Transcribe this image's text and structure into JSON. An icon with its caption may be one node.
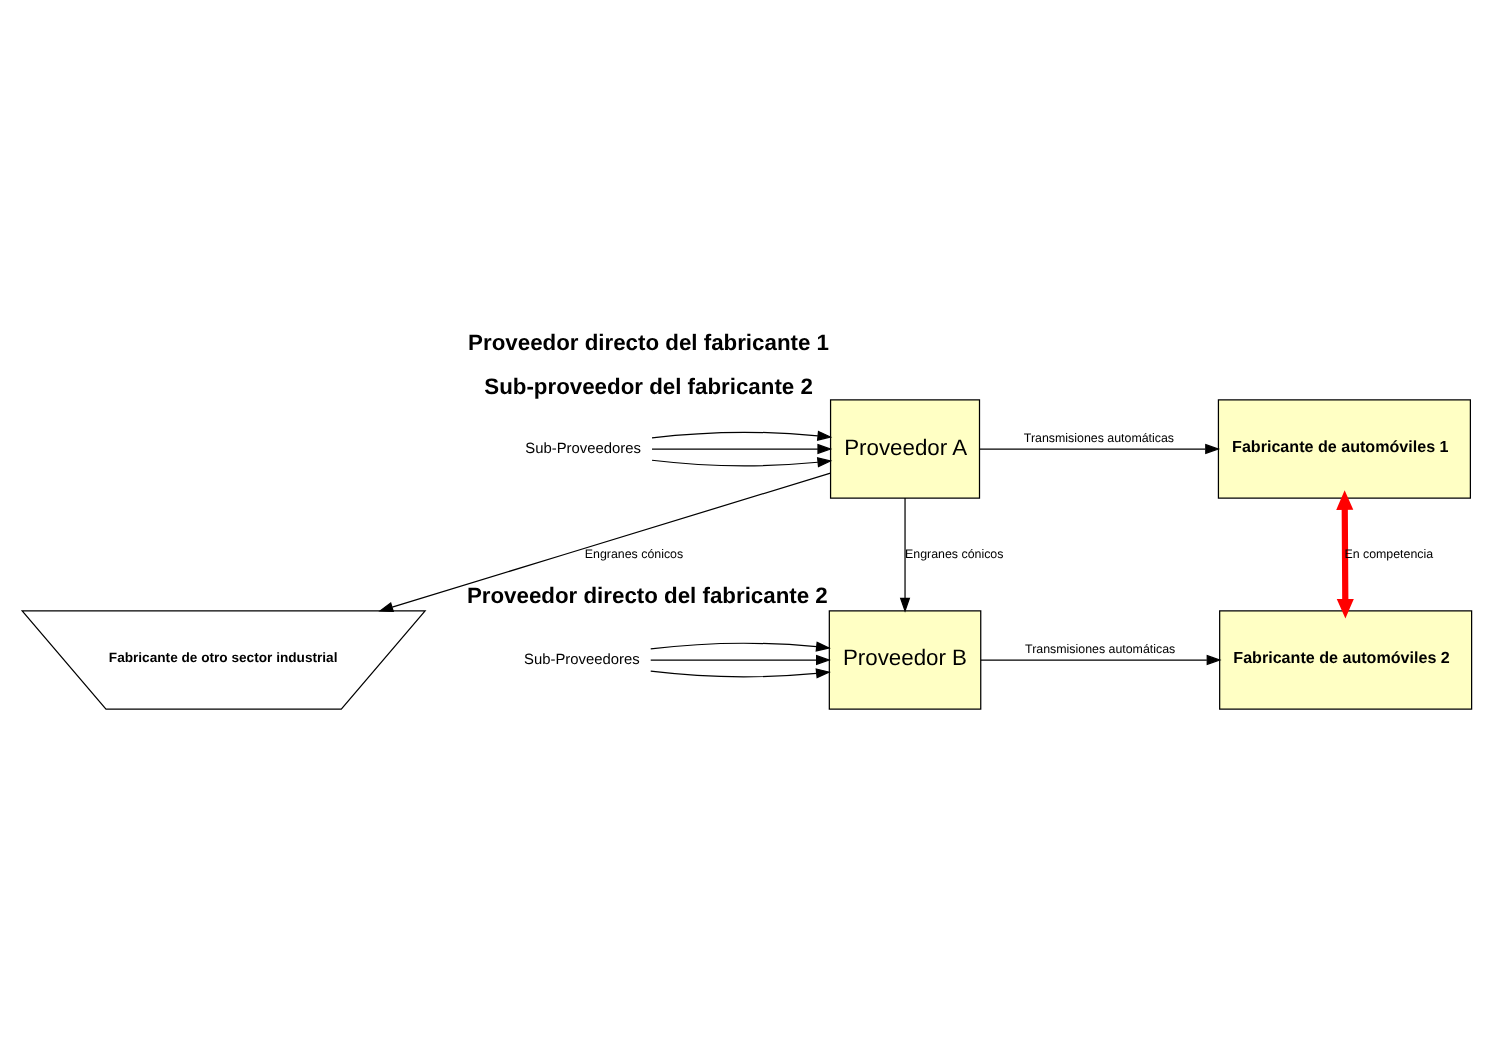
{
  "diagram": {
    "nodes": [
      {
        "text": [
          "Fabricante de otro sector industrial"
        ]
      },
      {
        "text": [
          "Sub-Proveedores"
        ]
      },
      {
        "text": [
          "Proveedor A"
        ],
        "beside": [
          "Proveedor directo del fabricante 1",
          "Sub-proveedor del fabricante 2"
        ]
      },
      {
        "text": [
          "Fabricante de automóviles 1"
        ]
      },
      {
        "text": [
          "Sub-Proveedores"
        ]
      },
      {
        "text": [
          "Proveedor B"
        ],
        "beside": [
          "Proveedor directo del fabricante 2"
        ]
      },
      {
        "text": [
          "Fabricante de automóviles 2"
        ]
      }
    ],
    "edges": [
      {
        "from": 2,
        "to": 0,
        "arrow": "to",
        "label": "Engranes cónicos"
      },
      {
        "from": 1,
        "to": 2,
        "arrow": "to"
      },
      {
        "from": 1,
        "to": 2,
        "arrow": "to"
      },
      {
        "from": 1,
        "to": 2,
        "arrow": "to"
      },
      {
        "from": 2,
        "to": 3,
        "arrow": "to",
        "label": "Transmisiones automáticas"
      },
      {
        "from": 2,
        "to": 5,
        "arrow": "to",
        "label": "Engranes cónicos"
      },
      {
        "from": 3,
        "to": 6,
        "arrow": "both",
        "label": "En competencia",
        "style": "thick",
        "color": "#ff0000"
      },
      {
        "from": 4,
        "to": 5,
        "arrow": "to"
      },
      {
        "from": 4,
        "to": 5,
        "arrow": "to"
      },
      {
        "from": 4,
        "to": 5,
        "arrow": "to"
      },
      {
        "from": 5,
        "to": 6,
        "arrow": "to",
        "label": "Transmisiones automáticas"
      }
    ]
  }
}
